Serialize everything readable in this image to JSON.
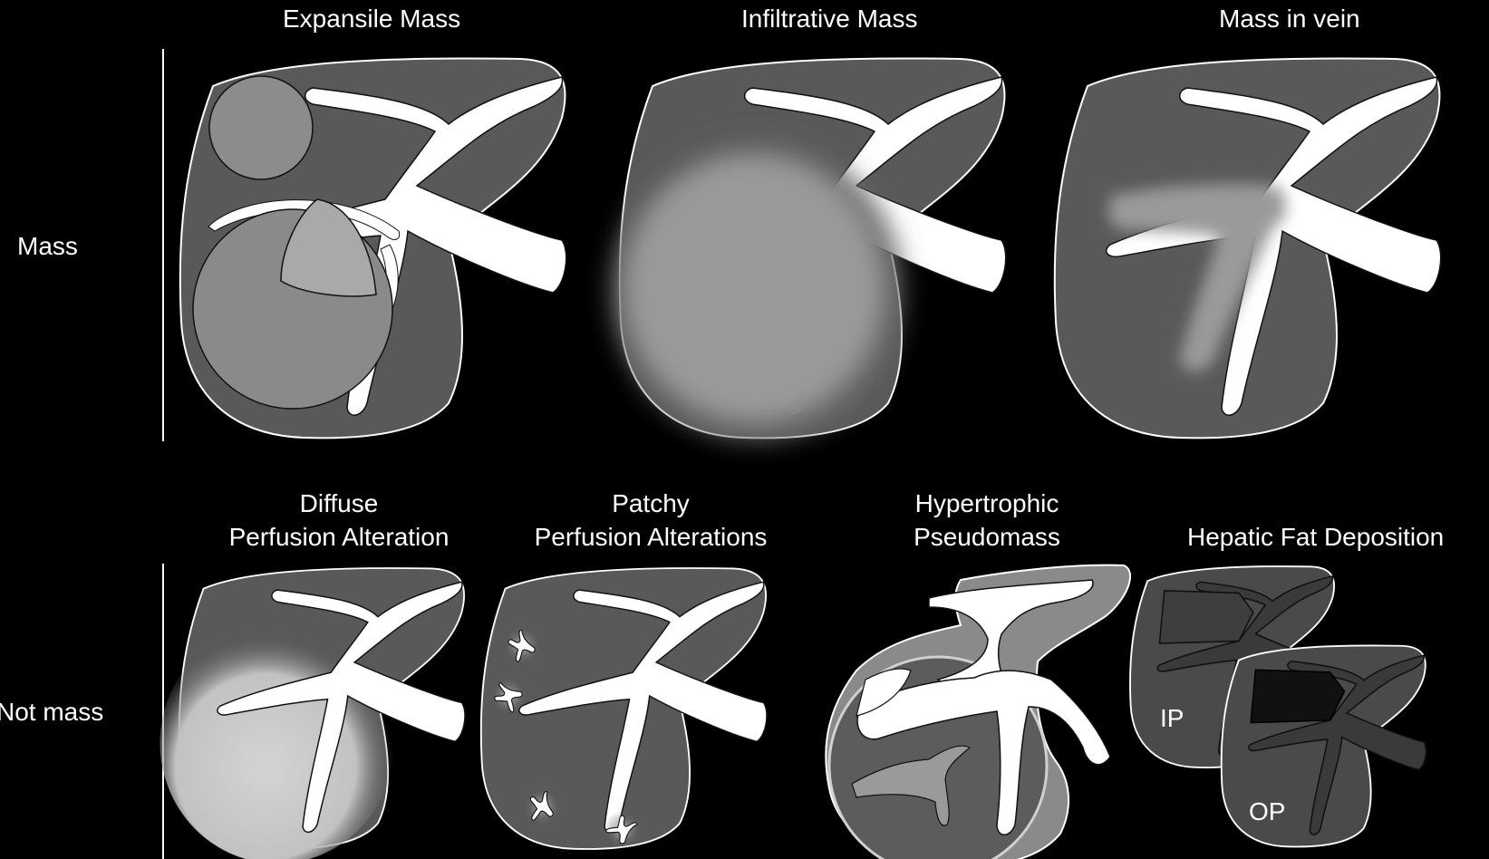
{
  "row_labels": {
    "mass": "Mass",
    "not_mass": "Not mass"
  },
  "panels": {
    "expansile": {
      "title": "Expansile Mass"
    },
    "infiltrative": {
      "title": "Infiltrative Mass"
    },
    "vein": {
      "title": "Mass in vein"
    },
    "diffuse": {
      "line1": "Diffuse",
      "line2": "Perfusion Alteration"
    },
    "patchy": {
      "line1": "Patchy",
      "line2": "Perfusion Alterations"
    },
    "hypertrophic": {
      "line1": "Hypertrophic",
      "line2": "Pseudomass"
    },
    "fat": {
      "title": "Hepatic Fat Deposition",
      "ip_label": "IP",
      "op_label": "OP"
    }
  },
  "colors": {
    "background": "#000000",
    "liver": "#595959",
    "lesion": "#9a9a9a",
    "vessel": "#ffffff",
    "outline": "#ffffff"
  }
}
